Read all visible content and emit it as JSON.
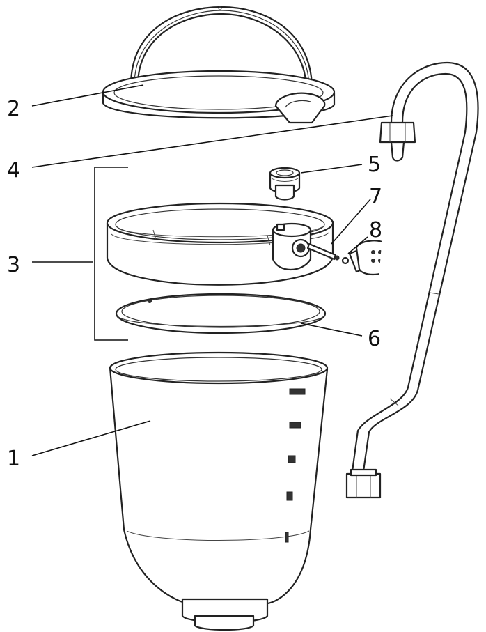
{
  "callouts": {
    "c1": "1",
    "c2": "2",
    "c3": "3",
    "c4": "4",
    "c5": "5",
    "c6": "6",
    "c7": "7",
    "c8": "8"
  },
  "colors": {
    "line": "#222222",
    "background": "#ffffff"
  }
}
